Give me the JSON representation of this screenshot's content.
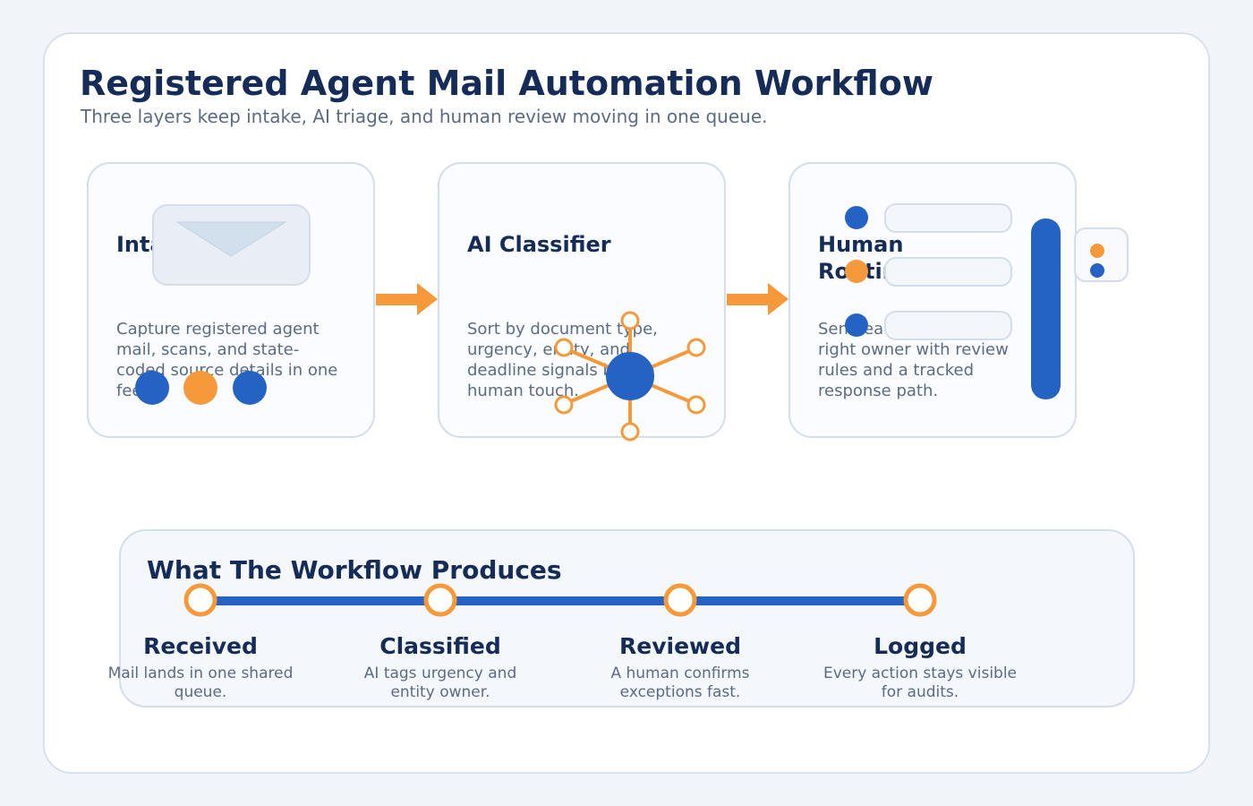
{
  "header": {
    "title": "Registered Agent Mail Automation Workflow",
    "subtitle": "Three layers keep intake, AI triage, and human review moving in one queue."
  },
  "stages": [
    {
      "title": "Intake",
      "body": "Capture registered agent mail, scans, and state-coded source details in one feed."
    },
    {
      "title": "AI Classifier",
      "body": "Sort by document type, urgency, entity, and deadline signals before human touch."
    },
    {
      "title": "Human Routing",
      "body": "Send each item to the right owner with review rules and a tracked response path."
    }
  ],
  "outputs": {
    "title": "What The Workflow Produces",
    "steps": [
      {
        "label": "Received",
        "text": "Mail lands in one shared queue."
      },
      {
        "label": "Classified",
        "text": "AI tags urgency and entity owner."
      },
      {
        "label": "Reviewed",
        "text": "A human confirms exceptions fast."
      },
      {
        "label": "Logged",
        "text": "Every action stays visible for audits."
      }
    ]
  },
  "colors": {
    "navy": "#142c57",
    "blue": "#2463c3",
    "orange": "#f5993a",
    "slate": "#5c6b84",
    "border": "#d3ddec"
  }
}
